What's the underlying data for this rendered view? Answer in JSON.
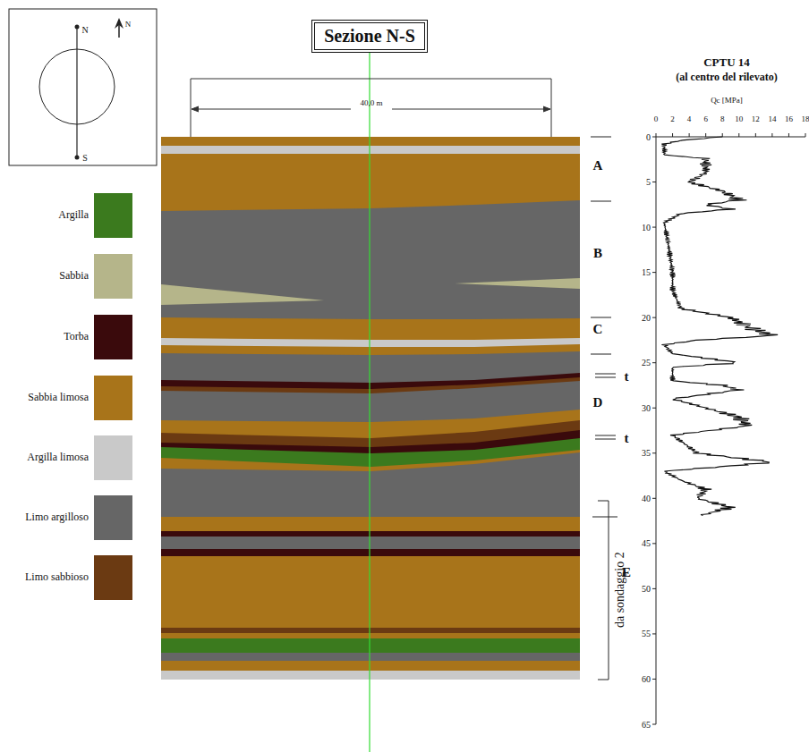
{
  "diagram": {
    "title": "Sezione N-S",
    "labels": [
      "N",
      "S",
      "N",
      "40,0 m",
      "A",
      "B",
      "C",
      "t",
      "D",
      "t",
      "E",
      "da sondaggio 2",
      "CPTU 14",
      "(al centro del rilevato)",
      "Qc [MPa]",
      "0",
      "2",
      "4",
      "6",
      "8",
      "10",
      "12",
      "14",
      "16",
      "18",
      "0",
      "5",
      "10",
      "15",
      "20",
      "25",
      "30",
      "35",
      "40",
      "45",
      "50",
      "55",
      "60",
      "65"
    ],
    "legend": [
      {
        "text": "Argilla",
        "color": "#3b7a1e"
      },
      {
        "text": "Sabbia",
        "color": "#b5b58a"
      },
      {
        "text": "Torba",
        "color": "#3a0a0c"
      },
      {
        "text": "Sabbia limosa",
        "color": "#a8741a"
      },
      {
        "text": "Argilla limosa",
        "color": "#c9c9c9"
      },
      {
        "text": "Limo argilloso",
        "color": "#666666"
      },
      {
        "text": "Limo sabbioso",
        "color": "#6b3a12"
      }
    ]
  }
}
